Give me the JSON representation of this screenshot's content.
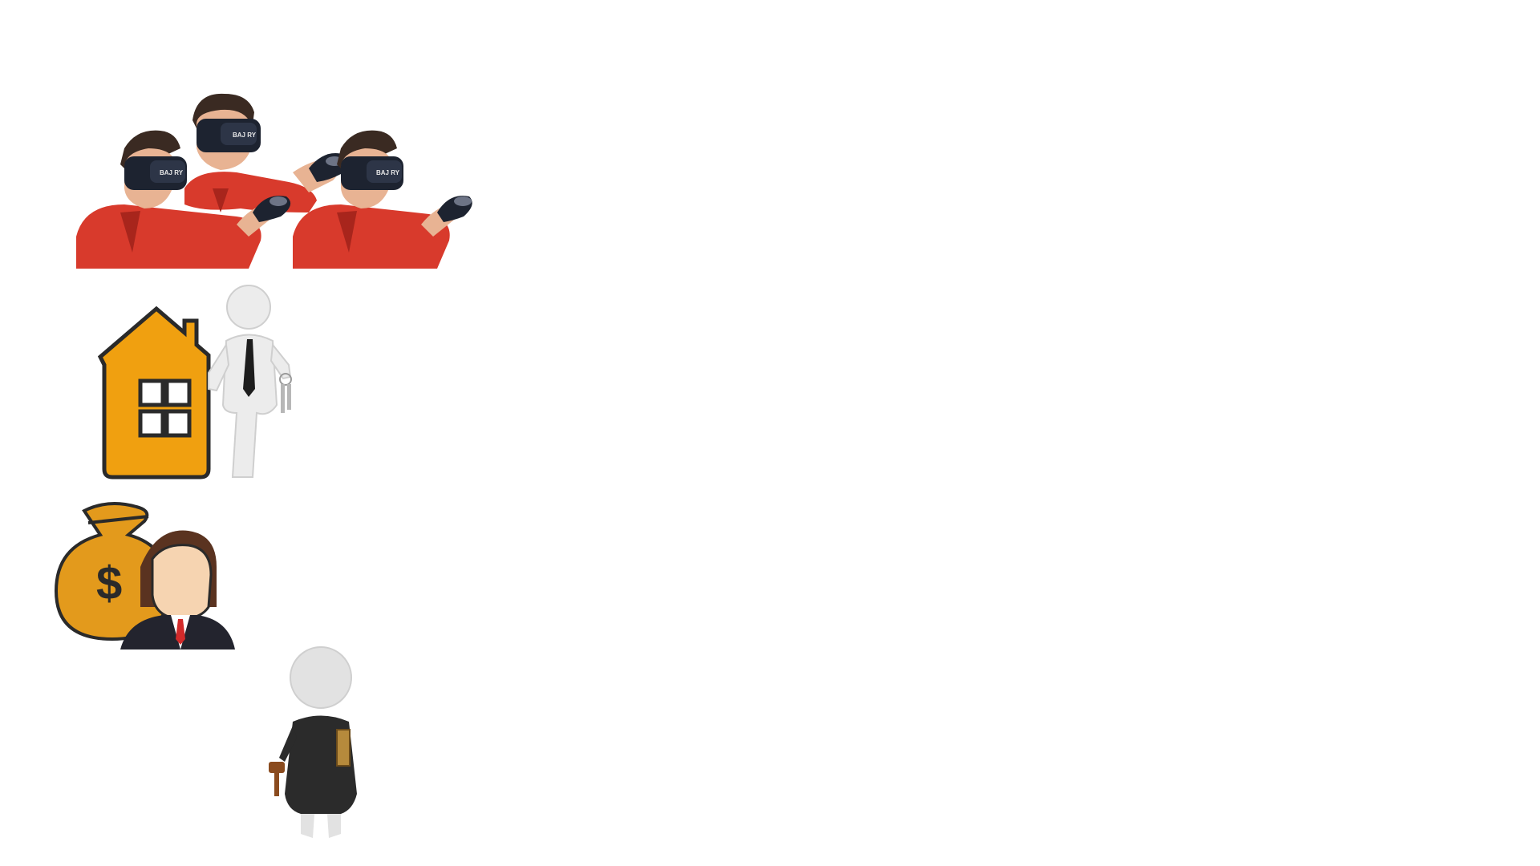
{
  "colors": {
    "background": "#ffffff",
    "hoodie": "#d83a2c",
    "hoodie_shadow": "#a8251c",
    "headset": "#1d2330",
    "house_orange": "#f0a010",
    "money_bag": "#e39a1c",
    "suit_dark": "#23242e",
    "robe": "#2b2b2b",
    "figure_white": "#ececec",
    "gavel_wood": "#8a4b1e"
  },
  "illustrations": [
    {
      "name": "vr-users",
      "icon": "vr-headset-people-icon"
    },
    {
      "name": "real-estate-agent",
      "icon": "house-with-agent-keys-icon"
    },
    {
      "name": "banker",
      "icon": "money-bag-businessman-icon"
    },
    {
      "name": "judge",
      "icon": "judge-with-gavel-icon"
    }
  ],
  "vr_users": {
    "headset_label": "BAJ RY"
  }
}
